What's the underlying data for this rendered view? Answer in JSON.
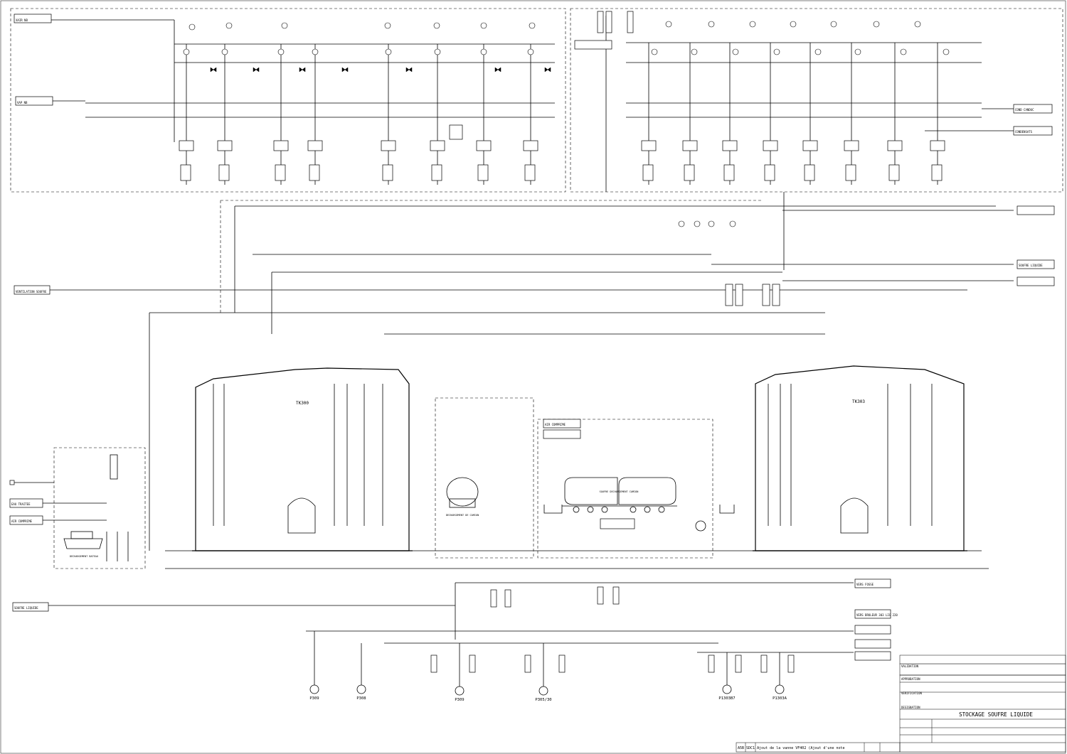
{
  "title_block": {
    "drawing_title": "STOCKAGE SOUFRE LIQUIDE",
    "validation_label": "VALIDATION",
    "approbation_label": "APPROBATION",
    "verification_label": "VERIFICATION",
    "designation_label": "DESIGNATION",
    "revision_row": "A5B  SDC1  Ajout de la vanne VF402 (Ajout d'une note"
  },
  "tanks": {
    "left": "TK300",
    "right": "TK303"
  },
  "pumps": [
    "P309",
    "P308",
    "P309",
    "P305/30",
    "P1303B7",
    "P1303A"
  ],
  "off_page_refs": [
    "XAIR NB",
    "VAP NB",
    "VENTILATION SOUFRE",
    "AIR COMPRIME",
    "EAU TRAITEE",
    "AIR COMPRIME",
    "SOUFRE LIQUIDE",
    "COND CANDUC",
    "VERS BRULEUR 303 LIG 220",
    "SOUFRE LIQUIDE",
    "VERS FOSSE",
    "CONDENSATS"
  ],
  "equipment": {
    "truck": "SOUFRE DECHARGEMENT CAMION",
    "boat": "DECHARGEMENT BATEAU",
    "silo": "DECHARGEMENT DE CAMION"
  }
}
